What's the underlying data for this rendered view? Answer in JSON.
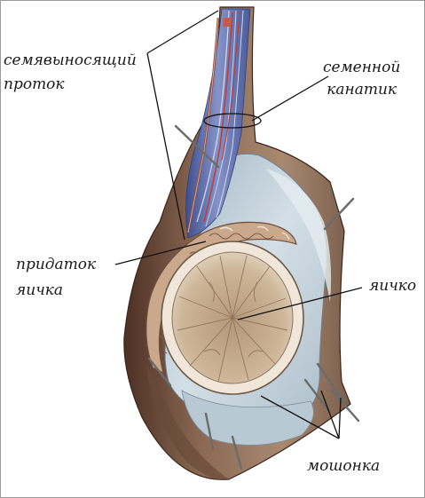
{
  "labels": {
    "vas_deferens": {
      "line1": "семявыносящий",
      "line2": "проток"
    },
    "spermatic_cord": {
      "line1": "семенной",
      "line2": "канатик"
    },
    "epididymis": {
      "line1": "придаток",
      "line2": "яичка"
    },
    "testis": {
      "text": "яичко"
    },
    "scrotum": {
      "text": "мошонка"
    }
  },
  "colors": {
    "tissue": "#a08065",
    "tissue_dark": "#5e4030",
    "membrane": "#c4d2dc",
    "testis": "#c7af93",
    "epididymis": "#c9a88c",
    "vein": "#5e6fae",
    "artery": "#b8413b",
    "leader": "#111111",
    "pin": "#6b6b6b"
  }
}
